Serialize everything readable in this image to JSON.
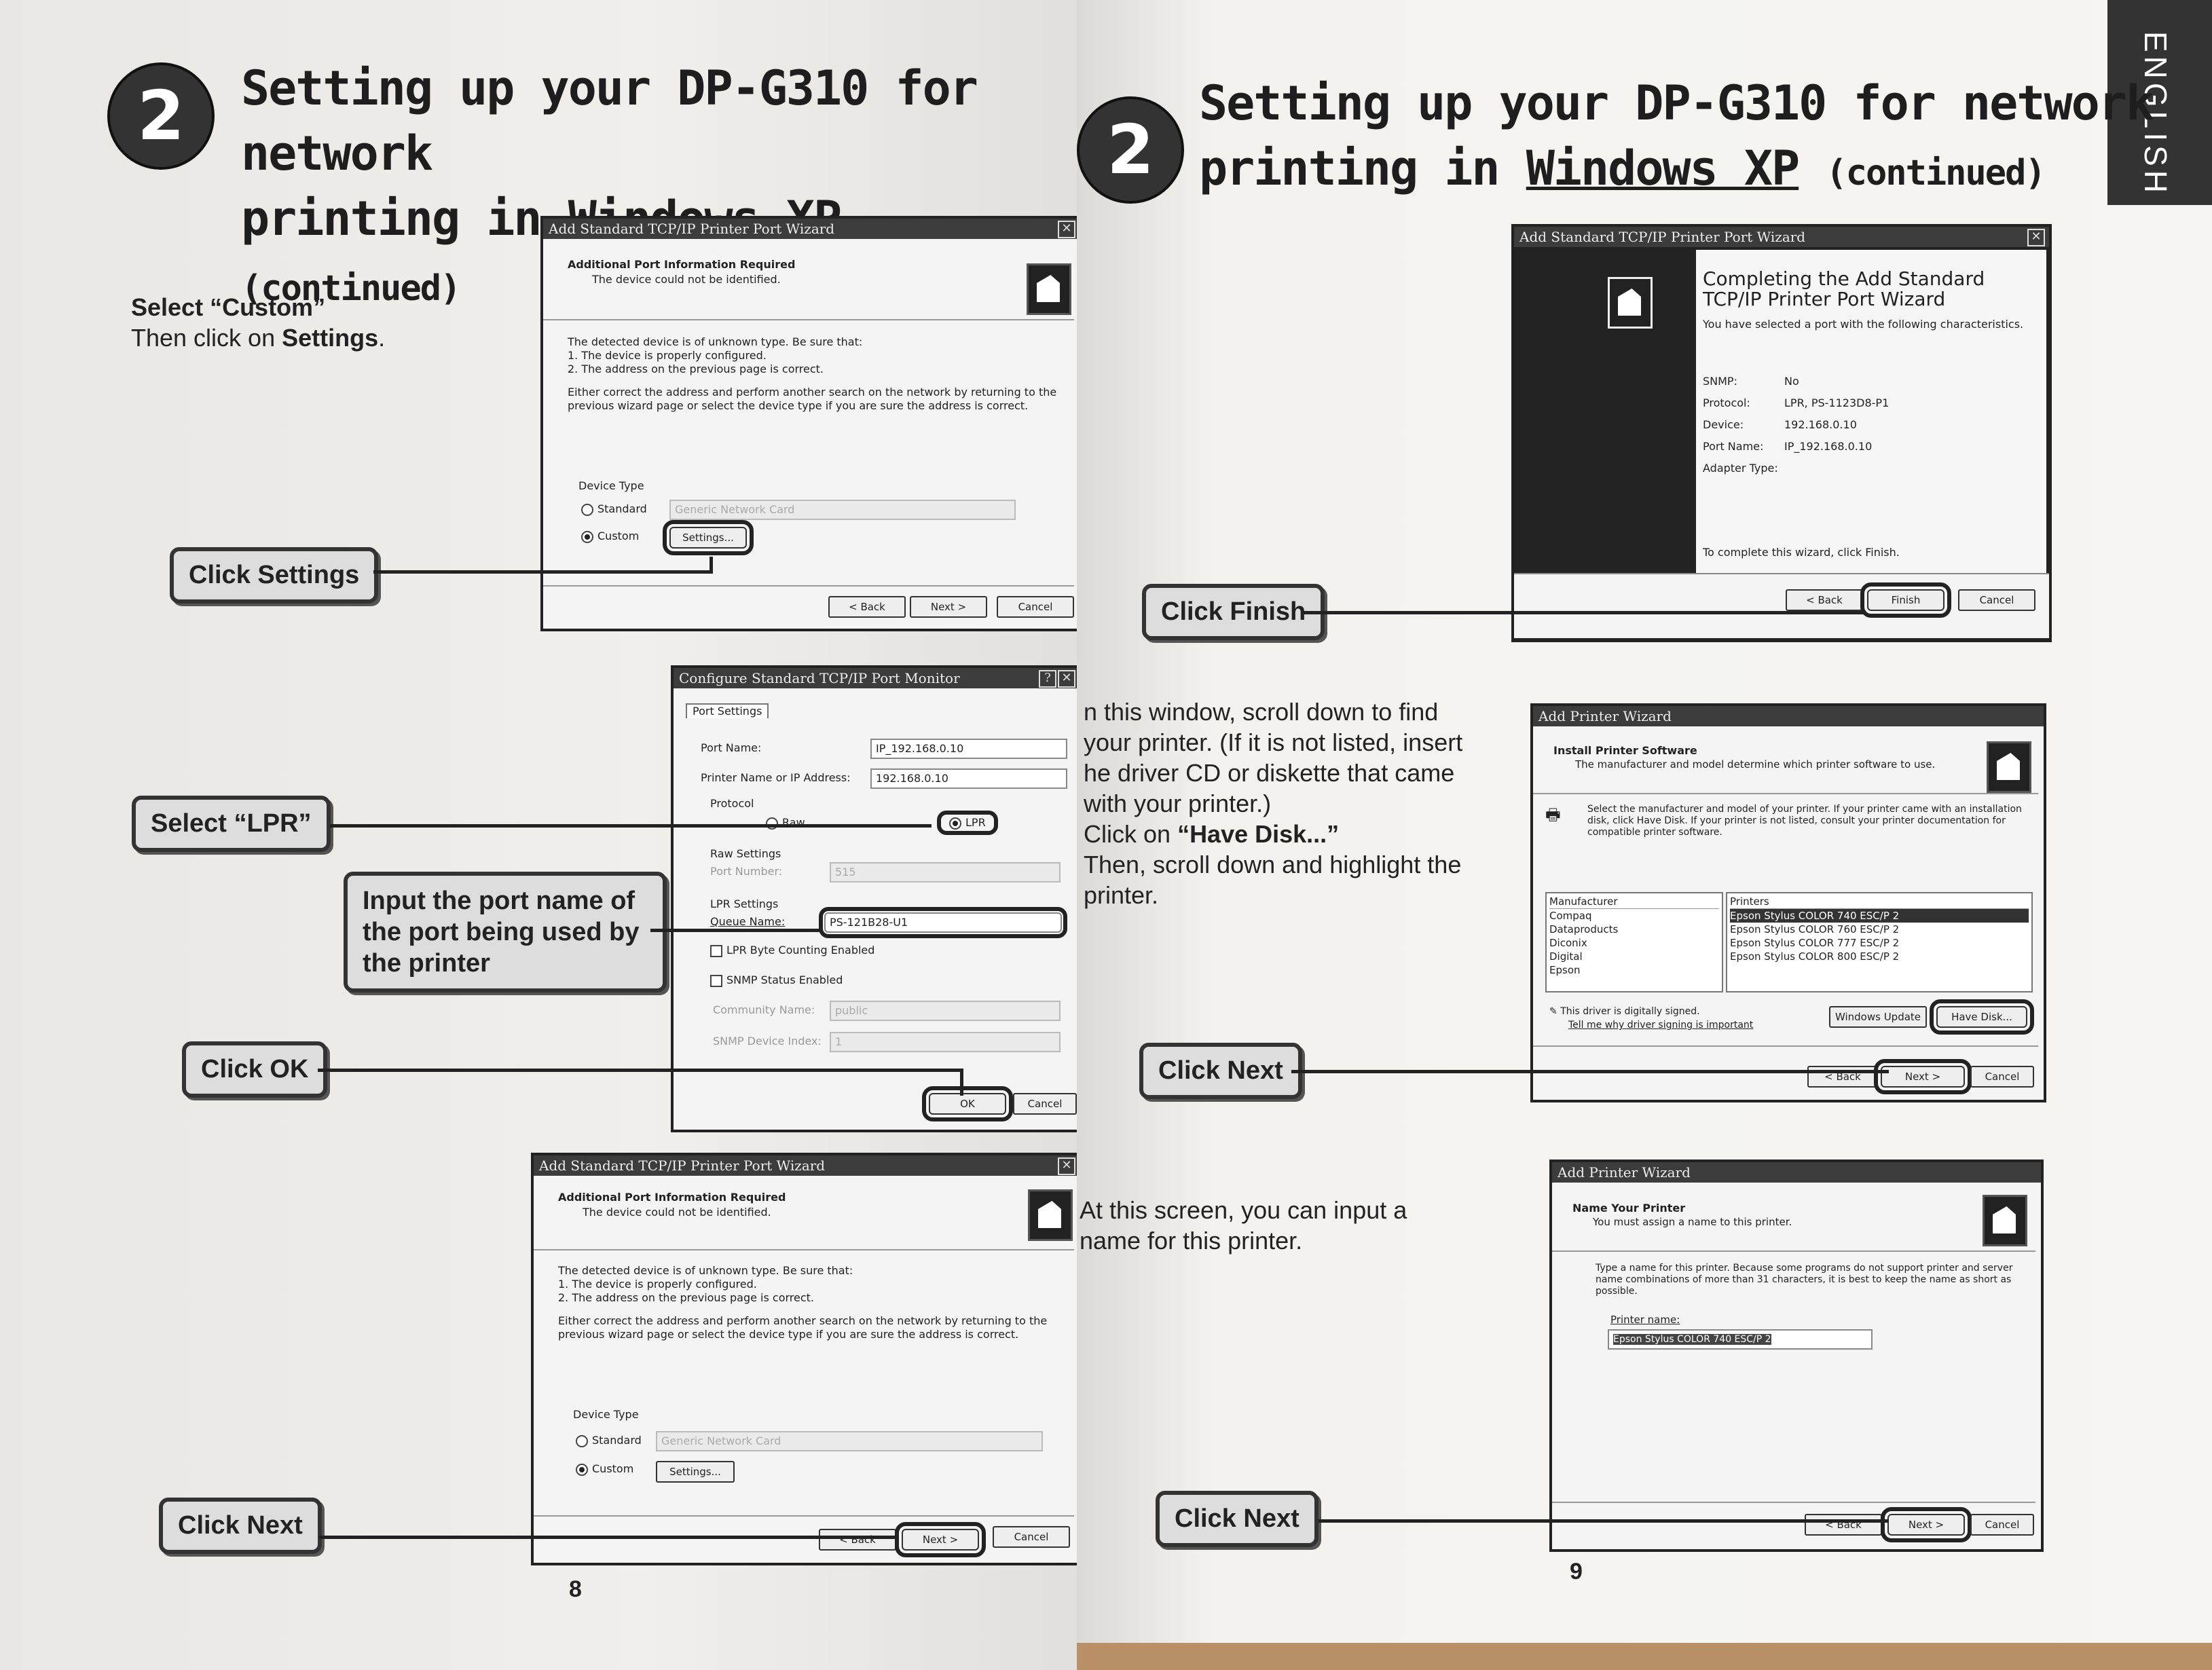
{
  "left_page": {
    "step_number": "2",
    "heading_line1": "Setting up your DP-G310 for network",
    "heading_line2_prefix": "printing in",
    "heading_os": "Windows XP",
    "heading_suffix": "(continued)",
    "instr_custom_line1": "Select “Custom”",
    "instr_custom_line2_prefix": "Then click on",
    "instr_custom_line2_bold": "Settings",
    "instr_custom_line2_end": ".",
    "callout_settings": "Click Settings",
    "callout_lpr": "Select “LPR”",
    "callout_port_name": "Input the port name of the port being used by the printer",
    "callout_ok": "Click OK",
    "callout_next": "Click Next",
    "page_number": "8"
  },
  "right_page": {
    "step_number": "2",
    "heading_line1": "Setting up your DP-G310 for network",
    "heading_line2_prefix": "printing in",
    "heading_os": "Windows XP",
    "heading_suffix": "(continued)",
    "side_tab": "ENGLISH",
    "callout_finish": "Click Finish",
    "callout_next1": "Click Next",
    "callout_next2": "Click Next",
    "scroll_text_1": "n this window, scroll down to find",
    "scroll_text_2": "your printer.  (If it is not listed, insert",
    "scroll_text_3": "he driver CD or diskette that came",
    "scroll_text_4": "with your printer.)",
    "scroll_text_5_prefix": "Click on",
    "scroll_text_5_bold": "“Have Disk...”",
    "scroll_text_6": "Then, scroll down and highlight the",
    "scroll_text_7": "printer.",
    "name_text_1": "At this screen, you can input a",
    "name_text_2": "name for this printer.",
    "page_number": "9"
  },
  "dlg1": {
    "title": "Add Standard TCP/IP Printer Port Wizard",
    "header_bold": "Additional Port Information Required",
    "header_sub": "The device could not be identified.",
    "body1": "The detected device is of unknown type.  Be sure that:",
    "body2": "1.  The device is properly configured.",
    "body3": "2.  The address on the previous page is correct.",
    "body4": "Either correct the address and perform another search on the network by returning to the",
    "body5": "previous wizard page or select the device type if you are sure the address is correct.",
    "device_type": "Device Type",
    "standard": "Standard",
    "standard_value": "Generic Network Card",
    "custom": "Custom",
    "settings_btn": "Settings...",
    "back_btn": "< Back",
    "next_btn": "Next >",
    "cancel_btn": "Cancel"
  },
  "dlg2": {
    "title": "Configure Standard TCP/IP Port Monitor",
    "help": "?",
    "tab": "Port Settings",
    "port_name_label": "Port Name:",
    "port_name_value": "IP_192.168.0.10",
    "printer_addr_label": "Printer Name or IP Address:",
    "printer_addr_value": "192.168.0.10",
    "protocol": "Protocol",
    "raw": "Raw",
    "lpr": "LPR",
    "raw_settings": "Raw Settings",
    "port_number_label": "Port Number:",
    "port_number_value": "515",
    "lpr_settings": "LPR Settings",
    "queue_label": "Queue Name:",
    "queue_value": "PS-121B28-U1",
    "lpr_byte": "LPR Byte Counting Enabled",
    "snmp": "SNMP Status Enabled",
    "community_label": "Community Name:",
    "community_value": "public",
    "snmp_index_label": "SNMP Device Index:",
    "snmp_index_value": "1",
    "ok_btn": "OK",
    "cancel_btn": "Cancel"
  },
  "dlg3": {
    "title": "Add Standard TCP/IP Printer Port Wizard",
    "header_bold": "Additional Port Information Required",
    "header_sub": "The device could not be identified.",
    "body1": "The detected device is of unknown type.  Be sure that:",
    "body2": "1.  The device is properly configured.",
    "body3": "2.  The address on the previous page is correct.",
    "body4": "Either correct the address and perform another search on the network by returning to the",
    "body5": "previous wizard page or select the device type if you are sure the address is correct.",
    "device_type": "Device Type",
    "standard": "Standard",
    "standard_value": "Generic Network Card",
    "custom": "Custom",
    "settings_btn": "Settings...",
    "back_btn": "< Back",
    "next_btn": "Next >",
    "cancel_btn": "Cancel"
  },
  "dlg4": {
    "title": "Add Standard TCP/IP Printer Port Wizard",
    "heading1": "Completing the Add Standard",
    "heading2": "TCP/IP Printer Port Wizard",
    "intro": "You have selected a port with the following characteristics.",
    "snmp_label": "SNMP:",
    "snmp_value": "No",
    "protocol_label": "Protocol:",
    "protocol_value": "LPR, PS-1123D8-P1",
    "device_label": "Device:",
    "device_value": "192.168.0.10",
    "portname_label": "Port Name:",
    "portname_value": "IP_192.168.0.10",
    "adapter_label": "Adapter Type:",
    "complete": "To complete this wizard, click Finish.",
    "back_btn": "< Back",
    "finish_btn": "Finish",
    "cancel_btn": "Cancel"
  },
  "dlg5": {
    "title": "Add Printer Wizard",
    "header_bold": "Install Printer Software",
    "header_sub": "The manufacturer and model determine which printer software to use.",
    "body1": "Select the manufacturer and model of your printer. If your printer came with an installation",
    "body2": "disk, click Have Disk. If your printer is not listed, consult your printer documentation for",
    "body3": "compatible printer software.",
    "manufacturer_header": "Manufacturer",
    "manufacturers": [
      "Compaq",
      "Dataproducts",
      "Diconix",
      "Digital",
      "Epson"
    ],
    "printers_header": "Printers",
    "printers": [
      "Epson Stylus COLOR 740 ESC/P 2",
      "Epson Stylus COLOR 760 ESC/P 2",
      "Epson Stylus COLOR 777 ESC/P 2",
      "Epson Stylus COLOR 800 ESC/P 2"
    ],
    "signed": "This driver is digitally signed.",
    "signing_link": "Tell me why driver signing is important",
    "windows_update_btn": "Windows Update",
    "have_disk_btn": "Have Disk...",
    "back_btn": "< Back",
    "next_btn": "Next >",
    "cancel_btn": "Cancel"
  },
  "dlg6": {
    "title": "Add Printer Wizard",
    "header_bold": "Name Your Printer",
    "header_sub": "You must assign a name to this printer.",
    "body1": "Type a name for this printer. Because some programs do not support printer and server",
    "body2": "name combinations of more than 31 characters, it is best to keep the name as short as",
    "body3": "possible.",
    "printer_name_label": "Printer name:",
    "printer_name_value": "Epson Stylus COLOR 740 ESC/P 2",
    "back_btn": "< Back",
    "next_btn": "Next >",
    "cancel_btn": "Cancel"
  }
}
